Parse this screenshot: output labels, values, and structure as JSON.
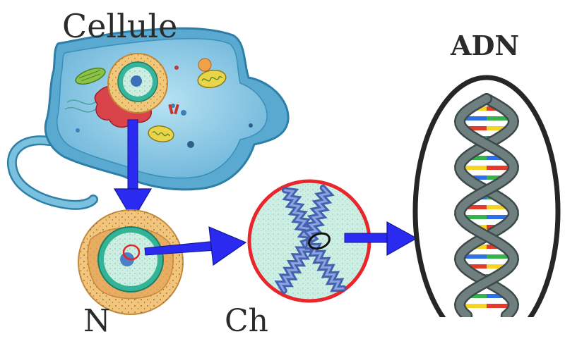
{
  "labels": {
    "cell": "Cellule",
    "dna": "ADN",
    "nucleus_partial": "N",
    "chromosome_partial": "Ch"
  },
  "colors": {
    "arrow": "#2a2af0",
    "arrow_outline": "#151590",
    "cell_fill": "#7fc2e2",
    "cell_outline": "#2e7fa8",
    "nucleus_fill": "#f2c878",
    "chromosome_circle": "#e8262b",
    "dna_oval": "#262626",
    "dna_backbone": "#5f6e6e",
    "base_red": "#e53b2c",
    "base_yellow": "#f5d423",
    "base_green": "#35b24a",
    "base_blue": "#2e6fe8"
  },
  "icons": [
    "cell-illustration",
    "nucleus-illustration",
    "chromosome-illustration",
    "dna-helix-illustration",
    "arrow-icon"
  ]
}
